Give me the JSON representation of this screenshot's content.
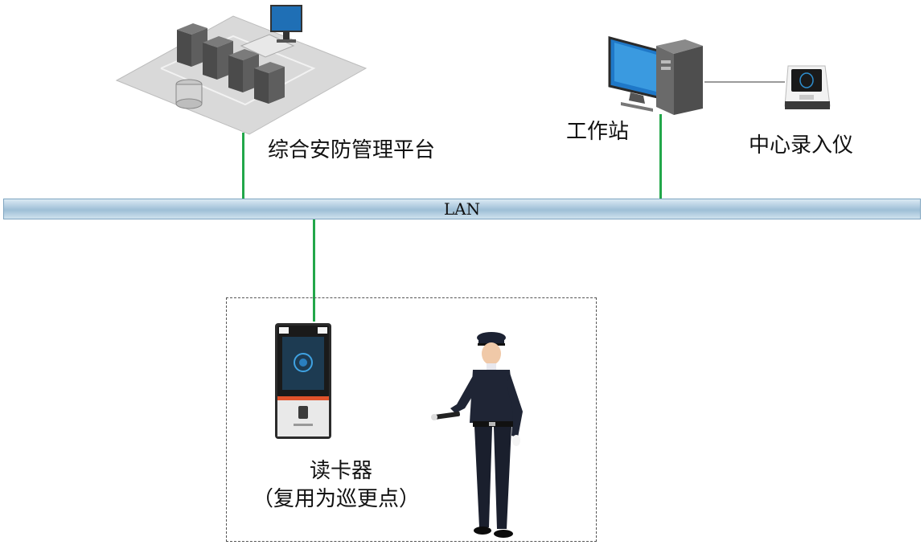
{
  "network": {
    "bus_label": "LAN"
  },
  "nodes": {
    "platform": {
      "label": "综合安防管理平台",
      "icon": "server-cluster-icon"
    },
    "workstation": {
      "label": "工作站",
      "icon": "workstation-pc-icon"
    },
    "enroller": {
      "label": "中心录入仪",
      "icon": "enrollment-terminal-icon"
    },
    "reader": {
      "label": "读卡器",
      "sublabel": "（复用为巡更点）",
      "icon": "face-reader-terminal-icon"
    },
    "guard": {
      "icon": "security-guard-icon"
    }
  },
  "colors": {
    "link": "#22a74a",
    "bus": "#a9c6dc"
  }
}
